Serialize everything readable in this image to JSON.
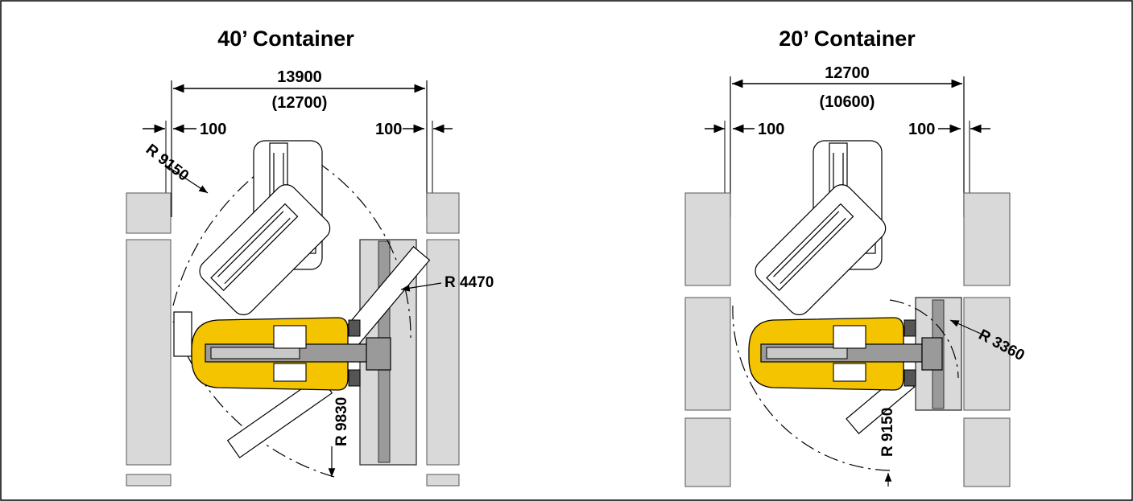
{
  "panels": [
    {
      "title": "40’ Container",
      "width_main": "13900",
      "width_alt": "(12700)",
      "clearance_left": "100",
      "clearance_right": "100",
      "radius_outer": "R 9150",
      "radius_inner": "R 4470",
      "radius_swing": "R 9830"
    },
    {
      "title": "20’ Container",
      "width_main": "12700",
      "width_alt": "(10600)",
      "clearance_left": "100",
      "clearance_right": "100",
      "radius_swing": "R 9150",
      "radius_inner": "R 3360"
    }
  ],
  "colors": {
    "machine_yellow": "#f5c400",
    "container_gray": "#d9d9d9",
    "boom_gray": "#9a9a9a",
    "line": "#000000"
  }
}
